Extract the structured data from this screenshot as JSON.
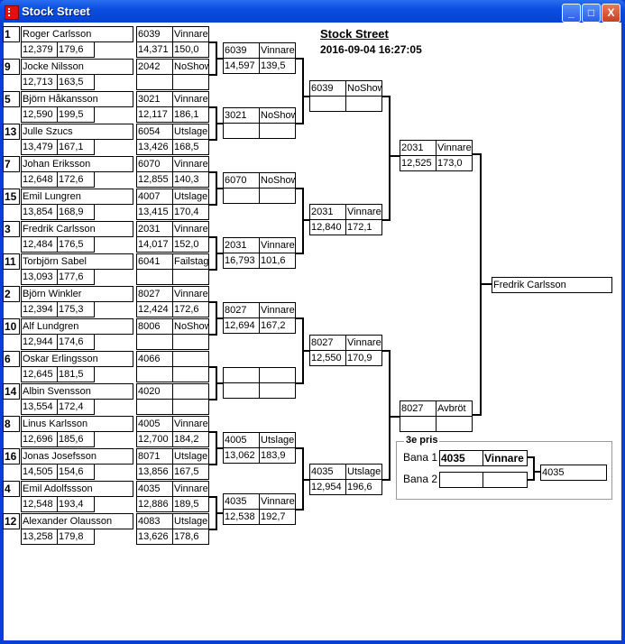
{
  "window": {
    "title": "Stock Street",
    "minimize": "_",
    "maximize": "□",
    "close": "X"
  },
  "header": {
    "title": "Stock Street",
    "datetime": "2016-09-04 16:27:05"
  },
  "players": [
    {
      "seed": "1",
      "name": "Roger Carlsson",
      "time": "12,379",
      "speed": "179,6"
    },
    {
      "seed": "9",
      "name": "Jocke Nilsson",
      "time": "12,713",
      "speed": "163,5"
    },
    {
      "seed": "5",
      "name": "Björn Håkansson",
      "time": "12,590",
      "speed": "199,5"
    },
    {
      "seed": "13",
      "name": "Julle Szucs",
      "time": "13,479",
      "speed": "167,1"
    },
    {
      "seed": "7",
      "name": "Johan Eriksson",
      "time": "12,648",
      "speed": "172,6"
    },
    {
      "seed": "15",
      "name": "Emil Lungren",
      "time": "13,854",
      "speed": "168,9"
    },
    {
      "seed": "3",
      "name": "Fredrik Carlsson",
      "time": "12,484",
      "speed": "176,5"
    },
    {
      "seed": "11",
      "name": "Torbjörn Sabel",
      "time": "13,093",
      "speed": "177,6"
    },
    {
      "seed": "2",
      "name": "Björn Winkler",
      "time": "12,394",
      "speed": "175,3"
    },
    {
      "seed": "10",
      "name": "Alf Lundgren",
      "time": "12,944",
      "speed": "174,6"
    },
    {
      "seed": "6",
      "name": "Oskar Erlingsson",
      "time": "12,645",
      "speed": "181,5"
    },
    {
      "seed": "14",
      "name": "Albin Svensson",
      "time": "13,554",
      "speed": "172,4"
    },
    {
      "seed": "8",
      "name": "Linus Karlsson",
      "time": "12,696",
      "speed": "185,6"
    },
    {
      "seed": "16",
      "name": "Jonas Josefsson",
      "time": "14,505",
      "speed": "154,6"
    },
    {
      "seed": "4",
      "name": "Emil Adolfssson",
      "time": "12,548",
      "speed": "193,4"
    },
    {
      "seed": "12",
      "name": "Alexander Olausson",
      "time": "13,258",
      "speed": "179,8"
    }
  ],
  "round1": [
    {
      "car": "6039",
      "status": "Vinnare",
      "time": "14,371",
      "speed": "150,0"
    },
    {
      "car": "2042",
      "status": "NoShow",
      "time": "",
      "speed": ""
    },
    {
      "car": "3021",
      "status": "Vinnare",
      "time": "12,117",
      "speed": "186,1"
    },
    {
      "car": "6054",
      "status": "Utslagen",
      "time": "13,426",
      "speed": "168,5"
    },
    {
      "car": "6070",
      "status": "Vinnare",
      "time": "12,855",
      "speed": "140,3"
    },
    {
      "car": "4007",
      "status": "Utslagen",
      "time": "13,415",
      "speed": "170,4"
    },
    {
      "car": "2031",
      "status": "Vinnare",
      "time": "14,017",
      "speed": "152,0"
    },
    {
      "car": "6041",
      "status": "Failstage",
      "time": "",
      "speed": ""
    },
    {
      "car": "8027",
      "status": "Vinnare",
      "time": "12,424",
      "speed": "172,6"
    },
    {
      "car": "8006",
      "status": "NoShow",
      "time": "",
      "speed": ""
    },
    {
      "car": "4066",
      "status": "",
      "time": "",
      "speed": ""
    },
    {
      "car": "4020",
      "status": "",
      "time": "",
      "speed": ""
    },
    {
      "car": "4005",
      "status": "Vinnare",
      "time": "12,700",
      "speed": "184,2"
    },
    {
      "car": "8071",
      "status": "Utslagen",
      "time": "13,856",
      "speed": "167,5"
    },
    {
      "car": "4035",
      "status": "Vinnare",
      "time": "12,886",
      "speed": "189,5"
    },
    {
      "car": "4083",
      "status": "Utslagen",
      "time": "13,626",
      "speed": "178,6"
    }
  ],
  "round2": [
    {
      "car": "6039",
      "status": "Vinnare",
      "time": "14,597",
      "speed": "139,5"
    },
    {
      "car": "3021",
      "status": "NoShow",
      "time": "",
      "speed": ""
    },
    {
      "car": "6070",
      "status": "NoShow",
      "time": "",
      "speed": ""
    },
    {
      "car": "2031",
      "status": "Vinnare",
      "time": "16,793",
      "speed": "101,6"
    },
    {
      "car": "8027",
      "status": "Vinnare",
      "time": "12,694",
      "speed": "167,2"
    },
    {
      "car": "",
      "status": "",
      "time": "",
      "speed": ""
    },
    {
      "car": "4005",
      "status": "Utslagen",
      "time": "13,062",
      "speed": "183,9"
    },
    {
      "car": "4035",
      "status": "Vinnare",
      "time": "12,538",
      "speed": "192,7"
    }
  ],
  "round3": [
    {
      "car": "6039",
      "status": "NoShow",
      "time": "",
      "speed": ""
    },
    {
      "car": "2031",
      "status": "Vinnare",
      "time": "12,840",
      "speed": "172,1"
    },
    {
      "car": "8027",
      "status": "Vinnare",
      "time": "12,550",
      "speed": "170,9"
    },
    {
      "car": "4035",
      "status": "Utslagen",
      "time": "12,954",
      "speed": "196,6"
    }
  ],
  "semis": [
    {
      "car": "2031",
      "status": "Vinnare",
      "time": "12,525",
      "speed": "173,0"
    },
    {
      "car": "8027",
      "status": "Avbröt",
      "time": "",
      "speed": ""
    }
  ],
  "winner": "Fredrik Carlsson",
  "third_place": {
    "label": "3e pris",
    "lane1_label": "Bana 1",
    "lane2_label": "Bana 2",
    "lane1": {
      "car": "4035",
      "status": "Vinnare"
    },
    "lane2": {
      "car": "",
      "status": ""
    },
    "result": "4035"
  }
}
